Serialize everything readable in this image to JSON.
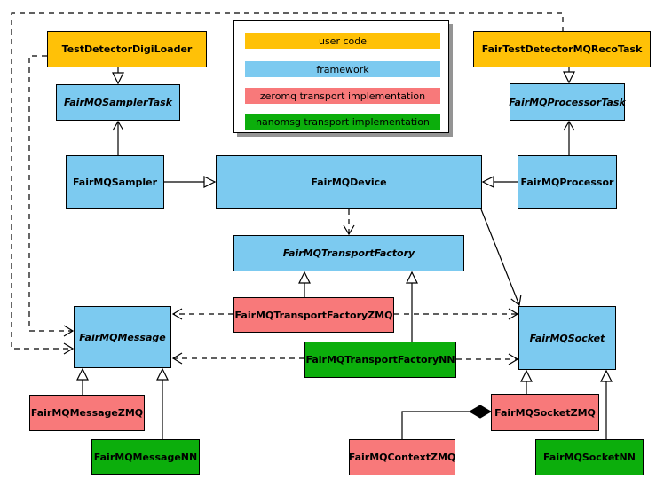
{
  "legend": {
    "items": [
      {
        "label": "user code",
        "color": "#FFC107"
      },
      {
        "label": "framework",
        "color": "#7CCAF0"
      },
      {
        "label": "zeromq transport implementation",
        "color": "#F8797A"
      },
      {
        "label": "nanomsg transport implementation",
        "color": "#0CAE0C"
      }
    ]
  },
  "nodes": {
    "digiloader": {
      "label": "TestDetectorDigiLoader",
      "category": "user code",
      "abstract": false
    },
    "recotask": {
      "label": "FairTestDetectorMQRecoTask",
      "category": "user code",
      "abstract": false
    },
    "samplertask": {
      "label": "FairMQSamplerTask",
      "category": "framework",
      "abstract": true
    },
    "processortask": {
      "label": "FairMQProcessorTask",
      "category": "framework",
      "abstract": true
    },
    "sampler": {
      "label": "FairMQSampler",
      "category": "framework",
      "abstract": false
    },
    "device": {
      "label": "FairMQDevice",
      "category": "framework",
      "abstract": false
    },
    "processor": {
      "label": "FairMQProcessor",
      "category": "framework",
      "abstract": false
    },
    "transportfactory": {
      "label": "FairMQTransportFactory",
      "category": "framework",
      "abstract": true
    },
    "transportfactoryzmq": {
      "label": "FairMQTransportFactoryZMQ",
      "category": "zeromq",
      "abstract": false
    },
    "message": {
      "label": "FairMQMessage",
      "category": "framework",
      "abstract": true
    },
    "socket": {
      "label": "FairMQSocket",
      "category": "framework",
      "abstract": true
    },
    "transportfactorynn": {
      "label": "FairMQTransportFactoryNN",
      "category": "nanomsg",
      "abstract": false
    },
    "messagezmq": {
      "label": "FairMQMessageZMQ",
      "category": "zeromq",
      "abstract": false
    },
    "socketzmq": {
      "label": "FairMQSocketZMQ",
      "category": "zeromq",
      "abstract": false
    },
    "messagenn": {
      "label": "FairMQMessageNN",
      "category": "nanomsg",
      "abstract": false
    },
    "contextzmq": {
      "label": "FairMQContextZMQ",
      "category": "zeromq",
      "abstract": false
    },
    "socketnn": {
      "label": "FairMQSocketNN",
      "category": "nanomsg",
      "abstract": false
    }
  },
  "edges": [
    {
      "from": "TestDetectorDigiLoader",
      "to": "FairMQSamplerTask",
      "type": "inheritance",
      "style": "solid-hollow-triangle"
    },
    {
      "from": "FairTestDetectorMQRecoTask",
      "to": "FairMQProcessorTask",
      "type": "inheritance",
      "style": "solid-hollow-triangle"
    },
    {
      "from": "FairMQSampler",
      "to": "FairMQSamplerTask",
      "type": "association",
      "style": "solid-open-arrow"
    },
    {
      "from": "FairMQProcessor",
      "to": "FairMQProcessorTask",
      "type": "association",
      "style": "solid-open-arrow"
    },
    {
      "from": "FairMQSampler",
      "to": "FairMQDevice",
      "type": "inheritance",
      "style": "solid-hollow-triangle"
    },
    {
      "from": "FairMQProcessor",
      "to": "FairMQDevice",
      "type": "inheritance",
      "style": "solid-hollow-triangle"
    },
    {
      "from": "FairMQDevice",
      "to": "FairMQTransportFactory",
      "type": "dependency",
      "style": "dashed-open-arrow"
    },
    {
      "from": "FairMQDevice",
      "to": "FairMQSocket",
      "type": "association",
      "style": "solid-open-arrow"
    },
    {
      "from": "FairMQTransportFactoryZMQ",
      "to": "FairMQTransportFactory",
      "type": "inheritance",
      "style": "solid-hollow-triangle"
    },
    {
      "from": "FairMQTransportFactoryNN",
      "to": "FairMQTransportFactory",
      "type": "inheritance",
      "style": "solid-hollow-triangle"
    },
    {
      "from": "FairMQTransportFactoryZMQ",
      "to": "FairMQMessage",
      "type": "dependency",
      "style": "dashed-open-arrow"
    },
    {
      "from": "FairMQTransportFactoryZMQ",
      "to": "FairMQSocket",
      "type": "dependency",
      "style": "dashed-open-arrow"
    },
    {
      "from": "FairMQTransportFactoryNN",
      "to": "FairMQMessage",
      "type": "dependency",
      "style": "dashed-open-arrow"
    },
    {
      "from": "FairMQTransportFactoryNN",
      "to": "FairMQSocket",
      "type": "dependency",
      "style": "dashed-open-arrow"
    },
    {
      "from": "TestDetectorDigiLoader",
      "to": "FairMQMessage",
      "type": "dependency",
      "style": "dashed-open-arrow"
    },
    {
      "from": "FairTestDetectorMQRecoTask",
      "to": "FairMQMessage",
      "type": "dependency",
      "style": "dashed-open-arrow"
    },
    {
      "from": "FairMQMessageZMQ",
      "to": "FairMQMessage",
      "type": "inheritance",
      "style": "solid-hollow-triangle"
    },
    {
      "from": "FairMQMessageNN",
      "to": "FairMQMessage",
      "type": "inheritance",
      "style": "solid-hollow-triangle"
    },
    {
      "from": "FairMQSocketZMQ",
      "to": "FairMQSocket",
      "type": "inheritance",
      "style": "solid-hollow-triangle"
    },
    {
      "from": "FairMQSocketNN",
      "to": "FairMQSocket",
      "type": "inheritance",
      "style": "solid-hollow-triangle"
    },
    {
      "from": "FairMQContextZMQ",
      "to": "FairMQSocketZMQ",
      "type": "composition",
      "style": "solid-filled-diamond"
    }
  ]
}
